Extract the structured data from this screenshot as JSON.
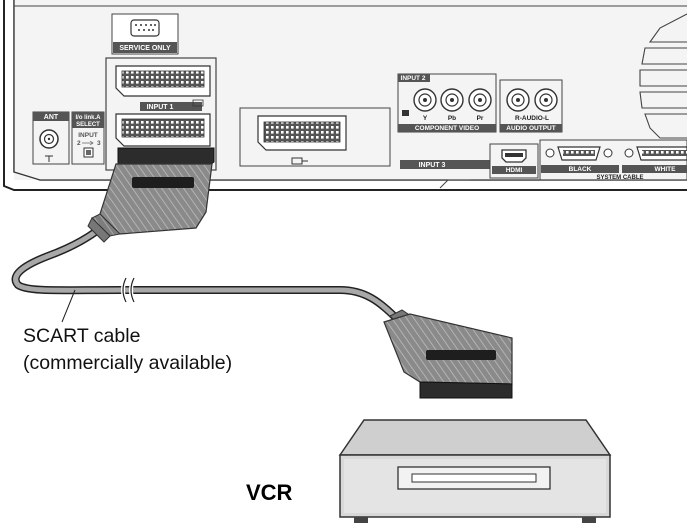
{
  "panel": {
    "service_only": "SERVICE ONLY",
    "input1": "INPUT 1",
    "input2": "INPUT 2",
    "input3": "INPUT 3",
    "ant": "ANT",
    "io_link_line1": "I/o link.A",
    "io_link_line2": "SELECT",
    "io_input": "INPUT",
    "io_2": "2",
    "io_3": "3",
    "y": "Y",
    "pb": "Pb",
    "pr": "Pr",
    "component_video": "COMPONENT VIDEO",
    "r_audio_l": "R-AUDIO-L",
    "audio_output": "AUDIO OUTPUT",
    "hdmi": "HDMI",
    "black": "BLACK",
    "white": "WHITE",
    "system_cable": "SYSTEM CABLE"
  },
  "cable_label": {
    "line1": "SCART cable",
    "line2": "(commercially available)"
  },
  "device_label": "VCR"
}
